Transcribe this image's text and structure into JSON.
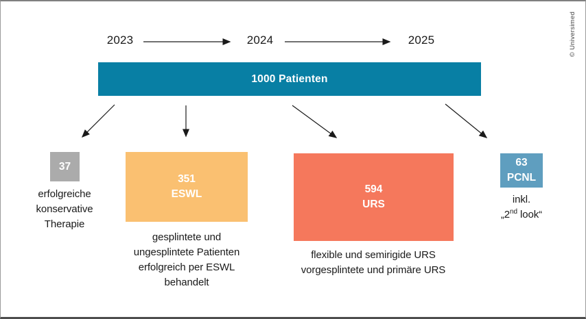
{
  "figure": {
    "copyright": "© Universimed",
    "timeline": {
      "years": [
        "2023",
        "2024",
        "2025"
      ]
    },
    "root": {
      "label": "1000 Patienten",
      "color": "#087fa4"
    },
    "branches": [
      {
        "value": "37",
        "label": "",
        "color": "#ababab",
        "caption_lines": [
          "erfolgreiche",
          "konservative",
          "Therapie"
        ]
      },
      {
        "value": "351",
        "label": "ESWL",
        "color": "#fac071",
        "caption_lines": [
          "gesplintete und",
          "ungesplintete Patienten",
          "erfolgreich per ESWL",
          "behandelt"
        ]
      },
      {
        "value": "594",
        "label": "URS",
        "color": "#f5785c",
        "caption_lines": [
          "flexible und semirigide URS",
          "vorgesplintete und primäre URS"
        ]
      },
      {
        "value": "63",
        "label": "PCNL",
        "color": "#5f9ebf",
        "caption_line1": "inkl.",
        "caption_quote": {
          "prefix": "„2",
          "sup": "nd",
          "suffix": " look“"
        }
      }
    ]
  }
}
